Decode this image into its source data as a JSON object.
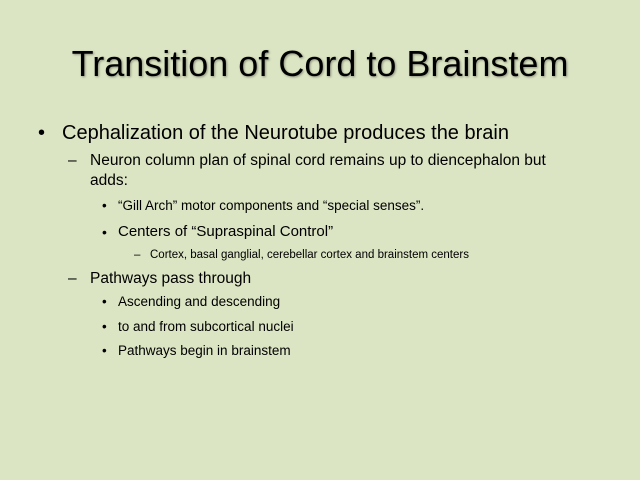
{
  "slide": {
    "title": "Transition of Cord to Brainstem",
    "bullets": {
      "b1": {
        "marker": "•",
        "text": "Cephalization of the Neurotube produces the brain"
      },
      "b2": {
        "marker": "–",
        "text_line1": "Neuron column plan  of spinal cord remains up to diencephalon but",
        "text_line2": "adds:"
      },
      "b3": {
        "marker": "•",
        "text": "“Gill Arch” motor components and “special senses”."
      },
      "b4": {
        "marker": "•",
        "text": "Centers of  “Supraspinal Control”"
      },
      "b5": {
        "marker": "–",
        "text": "Cortex, basal ganglial, cerebellar cortex and brainstem  centers"
      },
      "b6": {
        "marker": "–",
        "text": "Pathways pass through"
      },
      "b7": {
        "marker": "•",
        "text": "Ascending and descending"
      },
      "b8": {
        "marker": "•",
        "text": "to and from subcortical nuclei"
      },
      "b9": {
        "marker": "•",
        "text": "Pathways begin in brainstem"
      }
    }
  }
}
